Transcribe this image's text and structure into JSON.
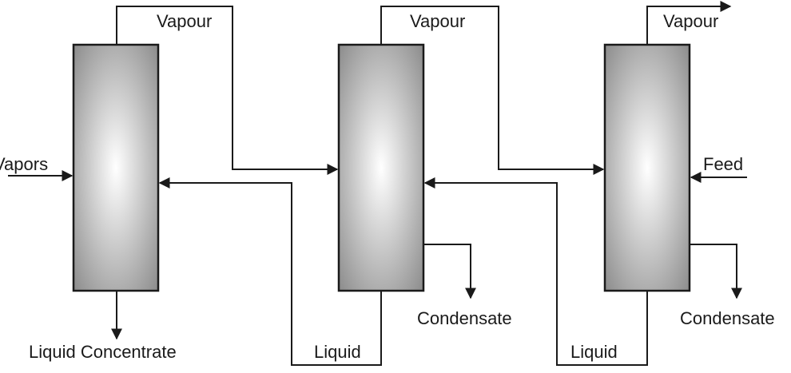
{
  "labels": {
    "vapour_1": "Vapour",
    "vapour_2": "Vapour",
    "vapour_3": "Vapour",
    "vapors_in": "Vapors",
    "feed": "Feed",
    "liquid_concentrate": "Liquid Concentrate",
    "condensate_1": "Condensate",
    "condensate_2": "Condensate",
    "liquid_1": "Liquid",
    "liquid_2": "Liquid"
  },
  "colors": {
    "line": "#1a1a1a",
    "vessel_center": "#ffffff",
    "vessel_edge": "#8c8c8c"
  }
}
